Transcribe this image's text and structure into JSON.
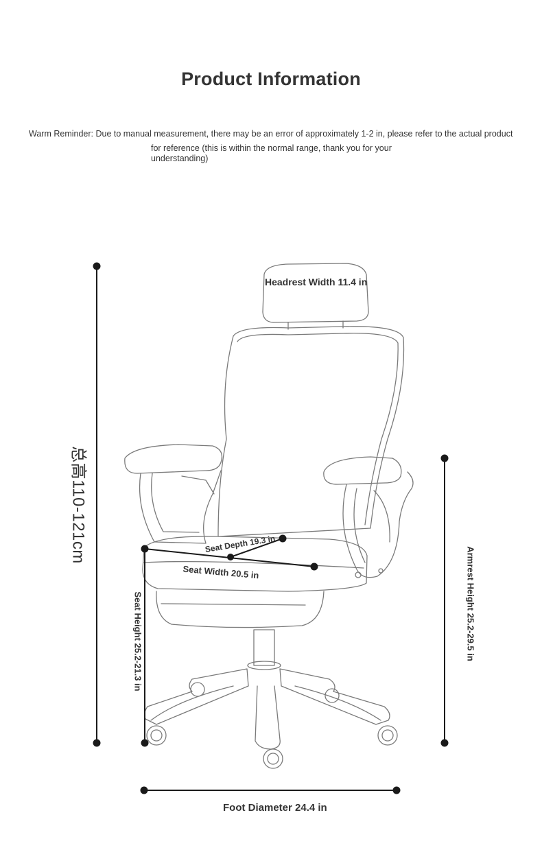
{
  "header": {
    "title": "Product Information",
    "reminder_line1": "Warm Reminder: Due to manual measurement, there may be an error of approximately 1-2 in, please refer to the actual product",
    "reminder_line2": "for reference (this is within the normal range, thank you for your understanding)"
  },
  "dimensions": {
    "total_height": "总高110-121cm",
    "headrest_width": "Headrest Width 11.4 in",
    "seat_depth": "Seat Depth 19.3 in",
    "seat_width": "Seat Width 20.5 in",
    "seat_height": "Seat Height 25.2-21.3 in",
    "armrest_height": "Armrest Height 25.2-29.5 in",
    "foot_diameter": "Foot Diameter 24.4 in"
  }
}
